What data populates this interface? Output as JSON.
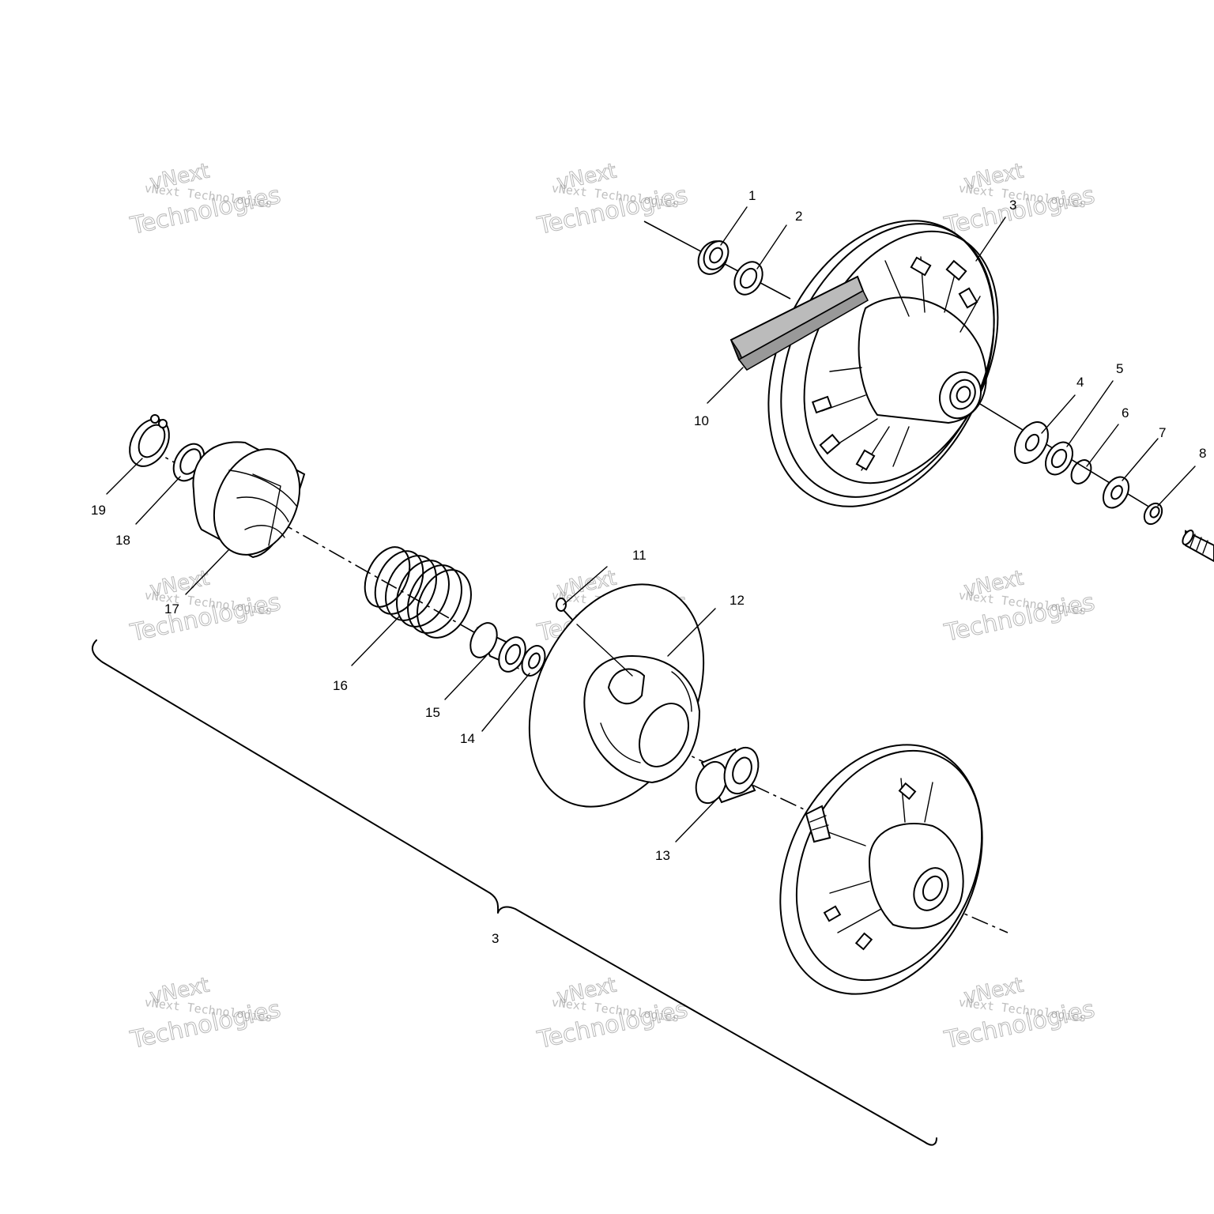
{
  "callouts": {
    "c1": "1",
    "c2": "2",
    "c3": "3",
    "c4": "4",
    "c5": "5",
    "c6": "6",
    "c7": "7",
    "c8": "8",
    "c10": "10",
    "c11": "11",
    "c12": "12",
    "c13": "13",
    "c14": "14",
    "c15": "15",
    "c16": "16",
    "c17": "17",
    "c18": "18",
    "c19": "19",
    "assembly": "3"
  },
  "watermark": {
    "line1": "vNext Technologies",
    "big1": "vNext",
    "big2": "Technologies"
  }
}
